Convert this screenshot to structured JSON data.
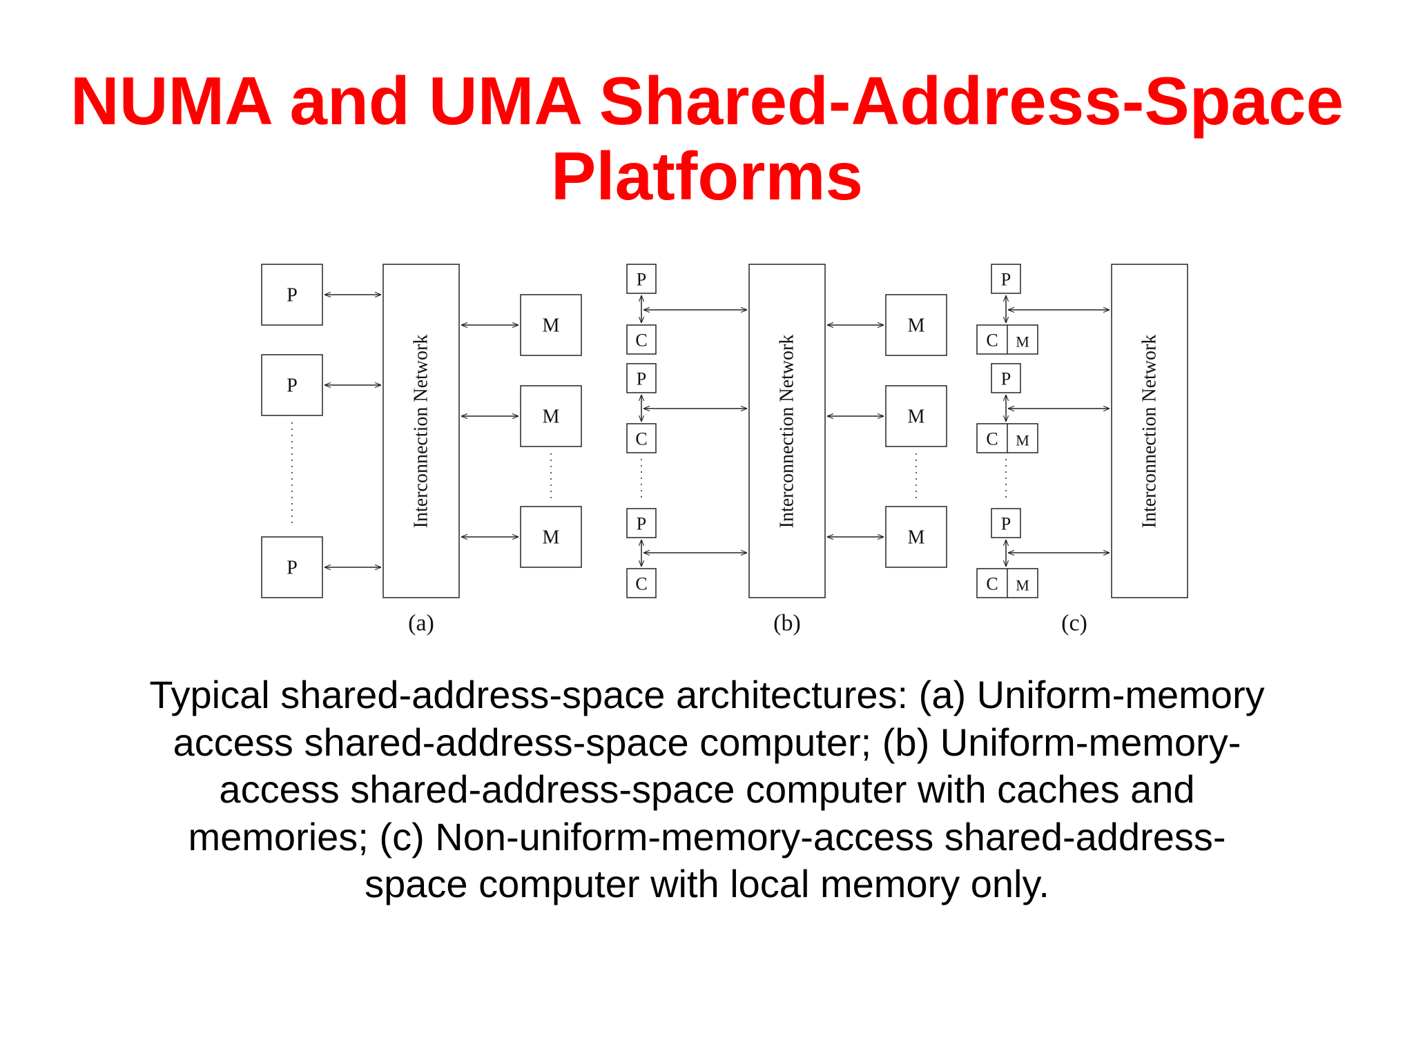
{
  "title": {
    "line1": "NUMA and UMA Shared-Address-Space",
    "line2": "Platforms"
  },
  "diagram": {
    "processor_label": "P",
    "memory_label": "M",
    "cache_label": "C",
    "network_label": "Interconnection Network",
    "panel_a_label": "(a)",
    "panel_b_label": "(b)",
    "panel_c_label": "(c)"
  },
  "caption": {
    "line1": "Typical shared-address-space architectures: (a) Uniform-memory",
    "line2": "access shared-address-space computer; (b) Uniform-memory-",
    "line3": "access shared-address-space computer with caches and",
    "line4": "memories; (c) Non-uniform-memory-access shared-address-",
    "line5": "space computer with local memory only."
  }
}
